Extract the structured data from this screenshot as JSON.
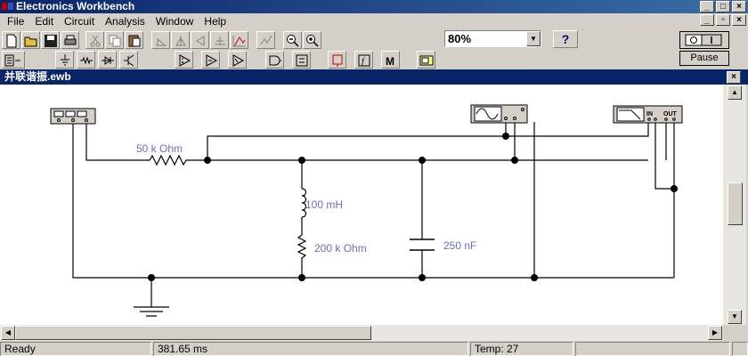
{
  "window": {
    "title": "Electronics Workbench"
  },
  "menu": {
    "items": [
      "File",
      "Edit",
      "Circuit",
      "Analysis",
      "Window",
      "Help"
    ]
  },
  "toolbar": {
    "zoom_value": "80%",
    "help_label": "?",
    "power_label": "O|I",
    "pause_label": "Pause"
  },
  "document": {
    "title": "并联谐振.ewb"
  },
  "circuit": {
    "components": {
      "resistor_1": "50 k Ohm",
      "inductor": "100 mH",
      "resistor_2": "200 k Ohm",
      "capacitor": "250 nF"
    },
    "instruments": [
      "function-generator",
      "oscilloscope",
      "bode-plotter"
    ],
    "bode_terminals": {
      "in": "IN",
      "out": "OUT"
    }
  },
  "status": {
    "state": "Ready",
    "time": "381.65 ms",
    "temp": "Temp:  27"
  },
  "colors": {
    "title_bar": "#0a246a",
    "label": "#6a6ad0",
    "wire": "#000000",
    "face": "#d4d0c8"
  }
}
